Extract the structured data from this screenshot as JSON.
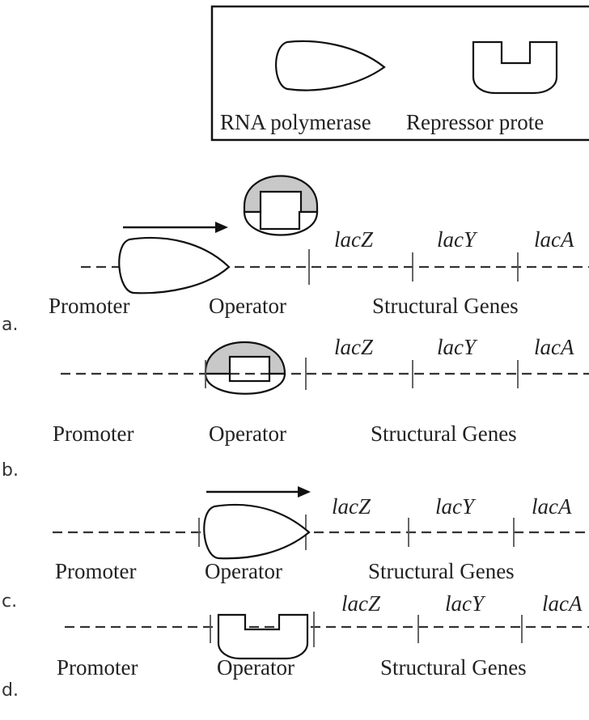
{
  "legend": {
    "rna_polymerase_label": "RNA polymerase",
    "repressor_label": "Repressor prote"
  },
  "panels": [
    {
      "option": "a.",
      "genes": [
        "lacZ",
        "lacY",
        "lacA"
      ],
      "regions": [
        "Promoter",
        "Operator",
        "Structural Genes"
      ]
    },
    {
      "option": "b.",
      "genes": [
        "lacZ",
        "lacY",
        "lacA"
      ],
      "regions": [
        "Promoter",
        "Operator",
        "Structural Genes"
      ]
    },
    {
      "option": "c.",
      "genes": [
        "lacZ",
        "lacY",
        "lacA"
      ],
      "regions": [
        "Promoter",
        "Operator",
        "Structural Genes"
      ]
    },
    {
      "option": "d.",
      "genes": [
        "lacZ",
        "lacY",
        "lacA"
      ],
      "regions": [
        "Promoter",
        "Operator",
        "Structural Genes"
      ]
    }
  ]
}
